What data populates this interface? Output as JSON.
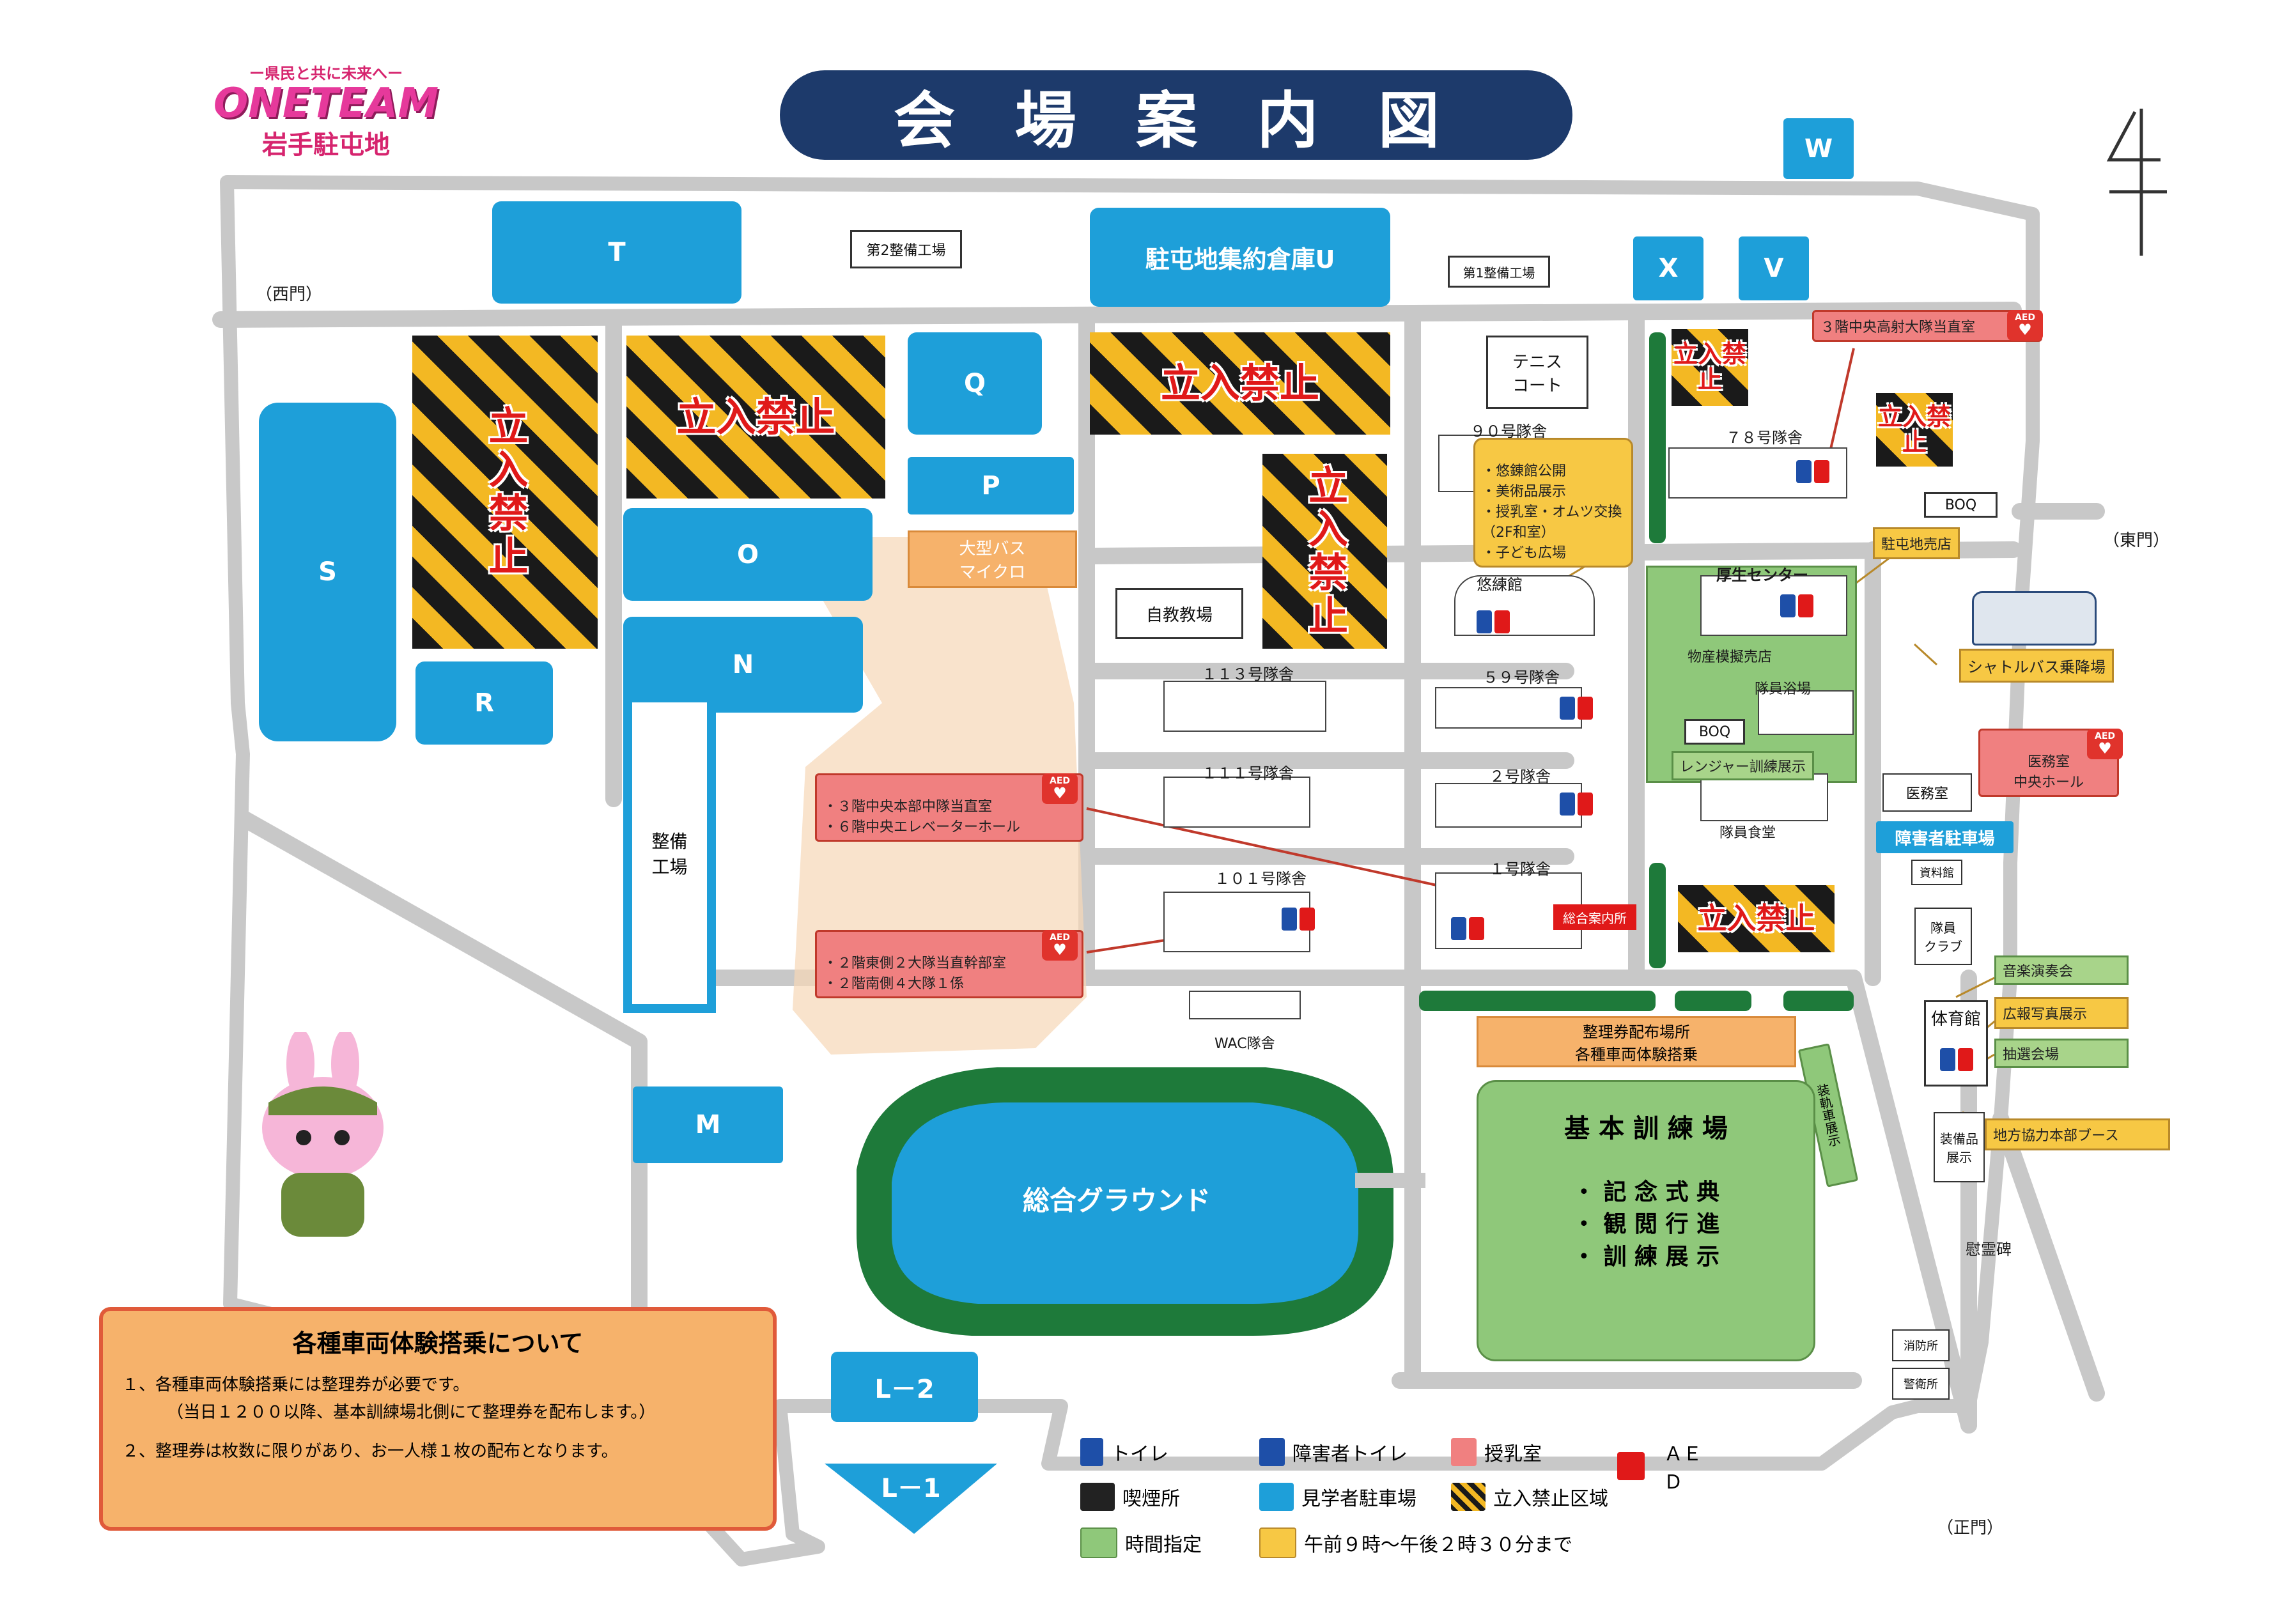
{
  "title": "会 場 案 内 図",
  "logo": {
    "tagline": "ー県民と共に未来へー",
    "main": "ONETEAM",
    "sub": "岩手駐屯地"
  },
  "north": "N",
  "colors": {
    "lot": "#1e9fd9",
    "road": "#c8c8c8",
    "hazard_yellow": "#f3b823",
    "green": "#8fc87a",
    "orange": "#f6b26b",
    "red": "#e01919",
    "navy": "#1d3a6b"
  },
  "gates": {
    "west": "（西門）",
    "east": "（東門）",
    "main": "（正門）"
  },
  "parking": {
    "T": "T",
    "U": "駐屯地集約倉庫U",
    "W": "W",
    "X": "X",
    "V": "V",
    "Q": "Q",
    "P": "P",
    "O": "O",
    "N": "N",
    "S": "S",
    "R": "R",
    "M": "M",
    "L2": "L－2",
    "L1": "L－1"
  },
  "restricted": "立入禁止",
  "facilities": {
    "repair2": "第2整備工場",
    "repair1": "第1整備工場",
    "tennis": "テニス\nコート",
    "bus": "大型バス\nマイクロ",
    "driving": "自教教場",
    "workshop": "整備\n工場",
    "bldg90": "９０号隊舎",
    "yuren": "悠練館",
    "bldg59": "５９号隊舎",
    "bldg2": "２号隊舎",
    "bldg1": "１号隊舎",
    "bldg113": "１１３号隊舎",
    "bldg111": "１１１号隊舎",
    "bldg101": "１０１号隊舎",
    "bldg78": "７８号隊舎",
    "wac": "WAC隊舎",
    "kosei": "厚生センター",
    "bussan": "物産模擬売店",
    "bath": "隊員浴場",
    "boq1": "BOQ",
    "boq2": "BOQ",
    "dining": "隊員食堂",
    "ranger": "レンジャー訓練展示",
    "medical": "医務室",
    "handicap_parking": "障害者駐車場",
    "shiryo": "資料館",
    "club": "隊員\nクラブ",
    "gym": "体育館",
    "soukou": "装軌車展示",
    "soubi": "装備品\n展示",
    "monument": "慰霊碑",
    "fire": "消防所",
    "guard": "警衛所",
    "ground": "総合グラウンド",
    "basic_title": "基 本 訓 練 場",
    "basic_items": [
      "・ 記 念 式 典",
      "・ 観 閲 行 進",
      "・ 訓 練 展 示"
    ],
    "ticket": "整理券配布場所\n各種車両体験搭乗",
    "info": "総合案内所",
    "shop": "駐屯地売店",
    "shuttle": "シャトルバス乗降場"
  },
  "callouts": {
    "aed_78": "３階中央高射大隊当直室",
    "aed_hq": "・３階中央本部中隊当直室\n・６階中央エレベーターホール",
    "aed_101": "・２階東側２大隊当直幹部室\n・２階南側４大隊１係",
    "aed_med": "医務室\n中央ホール",
    "yuren_events": "・悠錬館公開\n・美術品展示\n・授乳室・オムツ交換\n（2F和室）\n・子ども広場",
    "music": "音楽演奏会",
    "photo": "広報写真展示",
    "martial": "抽選会場",
    "chiho": "地方協力本部ブース"
  },
  "notice": {
    "title": "各種車両体験搭乗について",
    "line1": "１、各種車両体験搭乗には整理券が必要です。",
    "line1b": "（当日１２００以降、基本訓練場北側にて整理券を配布します。）",
    "line2": "２、整理券は枚数に限りがあり、お一人様１枚の配布となります。"
  },
  "legend": [
    {
      "icon": "toilet-icon",
      "label": "トイレ"
    },
    {
      "icon": "wheelchair-icon",
      "label": "障害者トイレ"
    },
    {
      "icon": "nursing-icon",
      "label": "授乳室"
    },
    {
      "icon": "aed-icon",
      "label": "ＡＥＤ"
    },
    {
      "icon": "smoking-icon",
      "label": "喫煙所"
    },
    {
      "icon": "parking-icon",
      "label": "見学者駐車場"
    },
    {
      "icon": "restricted-icon",
      "label": "立入禁止区域"
    },
    {
      "icon": "time-green-icon",
      "label": "時間指定"
    },
    {
      "icon": "time-yellow-icon",
      "label": "午前９時～午後２時３０分まで"
    }
  ]
}
